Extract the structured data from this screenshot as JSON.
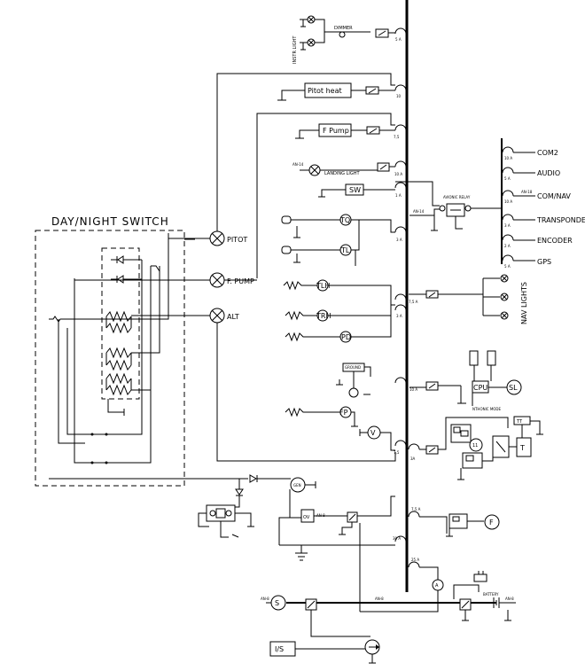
{
  "day_night_switch": {
    "title": "DAY/NIGHT SWITCH"
  },
  "lamps": {
    "pitot": "PITOT",
    "fuel_pump": "F. PUMP",
    "alt": "ALT"
  },
  "instrument_light": {
    "label": "INSTR LIGHT",
    "dimmer": "DIMMER",
    "breaker": "5 A"
  },
  "loads": {
    "pitot_heat": "Pitot heat",
    "pitot_breaker": "10",
    "fuel_pump": "F Pump",
    "fuel_pump_breaker": "7,5",
    "landing_light": "LANDING LIGHT",
    "landing_wire": "AN-14",
    "landing_breaker": "10 A",
    "switch": "SW",
    "switch_breaker": "1 A",
    "tq": "TQ",
    "tl": "TL",
    "temp_breaker": "3 A",
    "tlh": "TLH",
    "trh": "TRH",
    "pd": "PD",
    "nav_breaker": "7,5 A",
    "mid_breaker": "3 A",
    "fp": "FP",
    "v": "V",
    "ind_breaker": "10 A",
    "trim_breaker_a": "7,5",
    "trim_breaker_b": "3A"
  },
  "avionics": {
    "relay": "AVIONIC RELAY",
    "wire": "AN-14",
    "bus_wire": "AN-18",
    "items": [
      {
        "label": "COM2",
        "breaker": "10 A"
      },
      {
        "label": "AUDIO",
        "breaker": "5 A"
      },
      {
        "label": "COM/NAV",
        "breaker": "10 A"
      },
      {
        "label": "TRANSPONDER",
        "breaker": "3 A"
      },
      {
        "label": "ENCODER",
        "breaker": "2 A"
      },
      {
        "label": "GPS",
        "breaker": "5 A"
      }
    ]
  },
  "nav_lights": {
    "label": "NAV LIGHTS"
  },
  "cpu": {
    "cpu": "CPU",
    "sl": "SL",
    "mode": "NTHONIC MODE",
    "top": "GROUND"
  },
  "trim": {
    "tt": "TT",
    "t": "T",
    "n": "11"
  },
  "power": {
    "gen": "GEN",
    "ov": "OV",
    "ov_wire": "AN-8",
    "fuse_a": "7,5 A",
    "fuse_b": "30 A",
    "fuse_c": "25 A",
    "f": "F",
    "starter_wire": "AN-8",
    "bus_wire": "AN-8",
    "battery_wire": "AN-8",
    "battery": "BATTERY",
    "a": "A",
    "s": "S",
    "is": "I/S"
  }
}
